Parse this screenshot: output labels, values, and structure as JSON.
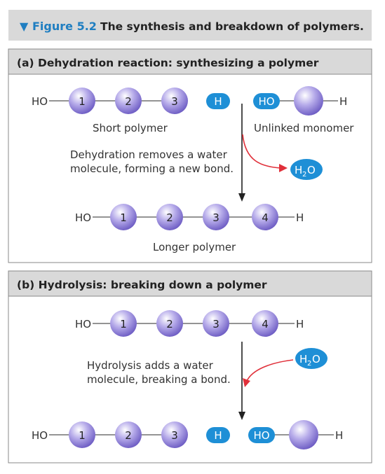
{
  "figure": {
    "marker": "▼",
    "number": "Figure 5.2",
    "caption": "The synthesis and breakdown of polymers."
  },
  "colors": {
    "accent_blue": "#1f7ec1",
    "header_gray": "#d9d9d9",
    "bead_purple": "#9b8fd8",
    "hydrogen_blue": "#1e8fd6",
    "arrow_red": "#e0303a",
    "line_gray": "#555555"
  },
  "panel_a": {
    "header": "(a) Dehydration reaction: synthesizing a polymer",
    "chain_top": {
      "start": "HO",
      "beads": [
        "1",
        "2",
        "3"
      ],
      "end": "H"
    },
    "monomer_top": {
      "start": "HO",
      "end": "H"
    },
    "short_polymer_label": "Short polymer",
    "unlinked_monomer_label": "Unlinked monomer",
    "description_line1": "Dehydration removes a water",
    "description_line2": "molecule, forming a new bond.",
    "water": {
      "main": "H",
      "sub": "2",
      "tail": "O"
    },
    "chain_bottom": {
      "start": "HO",
      "beads": [
        "1",
        "2",
        "3",
        "4"
      ],
      "end": "H"
    },
    "longer_polymer_label": "Longer polymer"
  },
  "panel_b": {
    "header": "(b) Hydrolysis: breaking down a polymer",
    "chain_top": {
      "start": "HO",
      "beads": [
        "1",
        "2",
        "3",
        "4"
      ],
      "end": "H"
    },
    "description_line1": "Hydrolysis adds a water",
    "description_line2": "molecule, breaking a bond.",
    "water": {
      "main": "H",
      "sub": "2",
      "tail": "O"
    },
    "chain_bottom": {
      "start": "HO",
      "beads": [
        "1",
        "2",
        "3"
      ],
      "end": "H"
    },
    "monomer_bottom": {
      "start": "HO",
      "end": "H"
    }
  }
}
